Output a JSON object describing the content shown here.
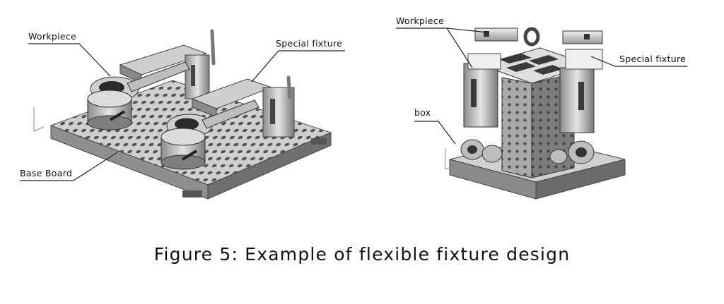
{
  "labels": {
    "left_workpiece": "Workpiece",
    "left_special_fixture": "Special fixture",
    "left_base_board": "Base Board",
    "right_workpiece": "Workpiece",
    "right_special_fixture": "Special fixture",
    "right_box": "box"
  },
  "caption": "Figure 5: Example of flexible fixture design",
  "colors": {
    "metal_light": "#d9d9d9",
    "metal_mid": "#a9a9a9",
    "metal_dark": "#5e5e5e",
    "hole": "#3a3a3a"
  }
}
